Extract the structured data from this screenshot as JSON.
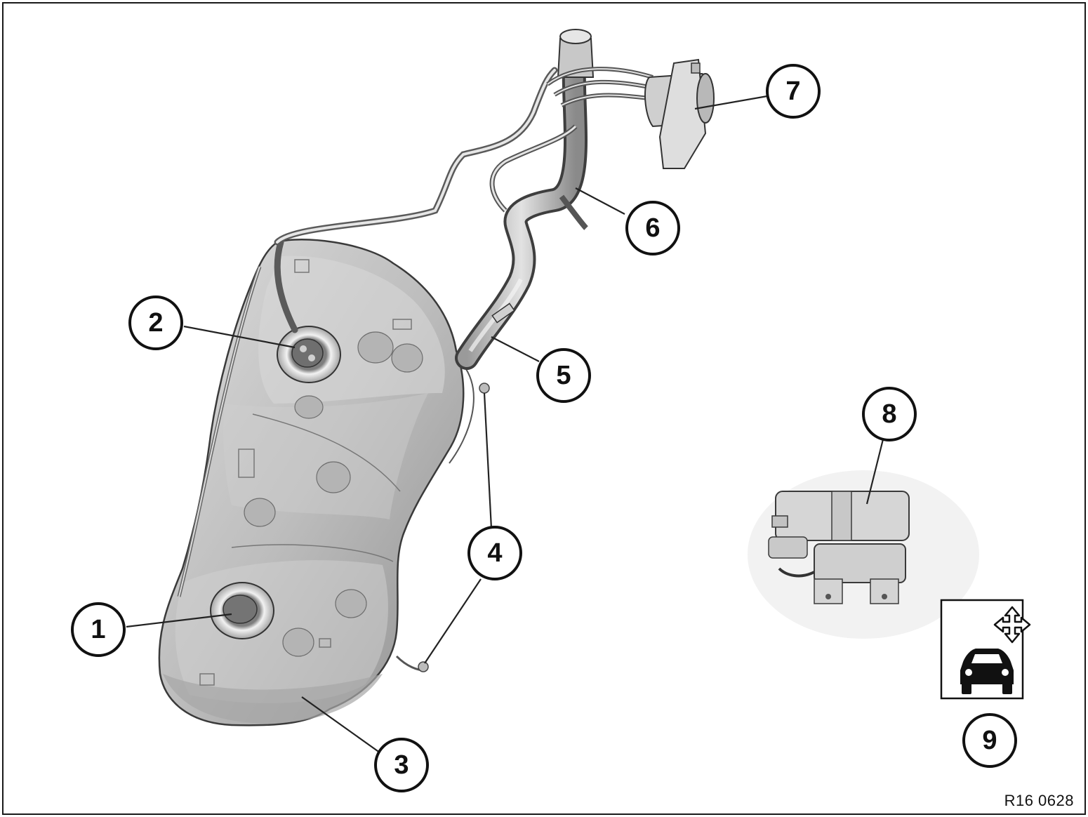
{
  "figure": {
    "reference_code": "R16 0628",
    "colors": {
      "part_fill": "#c9c9c9",
      "part_shadow": "#8e8e8e",
      "part_highlight": "#ececec",
      "outline": "#3a3a3a"
    },
    "callouts": [
      {
        "id": "callout-1",
        "label": "1"
      },
      {
        "id": "callout-2",
        "label": "2"
      },
      {
        "id": "callout-3",
        "label": "3"
      },
      {
        "id": "callout-4",
        "label": "4"
      },
      {
        "id": "callout-5",
        "label": "5"
      },
      {
        "id": "callout-6",
        "label": "6"
      },
      {
        "id": "callout-7",
        "label": "7"
      },
      {
        "id": "callout-8",
        "label": "8"
      },
      {
        "id": "callout-9",
        "label": "9"
      }
    ],
    "icons": [
      "car-icon",
      "four-way-arrow-icon"
    ]
  }
}
